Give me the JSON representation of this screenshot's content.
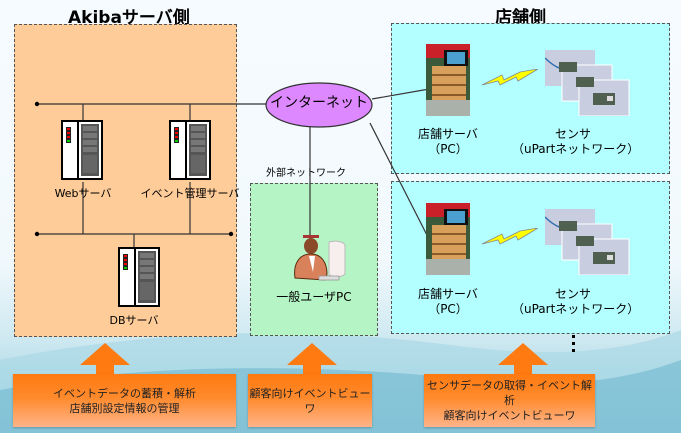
{
  "akiba": {
    "title": "Akibaサーバ側",
    "servers": [
      {
        "label": "Webサーバ"
      },
      {
        "label": "イベント管理サーバ"
      },
      {
        "label": "DBサーバ"
      }
    ],
    "fill_color": "#fecc99"
  },
  "internet": {
    "label": "インターネット",
    "fill_color": "#dd88ff"
  },
  "external": {
    "title": "外部ネットワーク",
    "user_pc_label": "一般ユーザPC",
    "fill_color": "#b5f5c5"
  },
  "store": {
    "title": "店舗側",
    "fill_color": "#b3ffff",
    "units": [
      {
        "server_label": "店舗サーバ",
        "server_sub": "（PC）",
        "sensor_label": "センサ",
        "sensor_sub": "（uPartネットワーク）"
      },
      {
        "server_label": "店舗サーバ",
        "server_sub": "（PC）",
        "sensor_label": "センサ",
        "sensor_sub": "（uPartネットワーク）"
      }
    ],
    "ellipsis": "⋮"
  },
  "features": [
    {
      "line1": "イベントデータの蓄積・解析",
      "line2": "店舗別設定情報の管理"
    },
    {
      "line1": "顧客向けイベントビューワ",
      "line2": ""
    },
    {
      "line1": "センサデータの取得・イベント解析",
      "line2": "顧客向けイベントビューワ"
    }
  ],
  "colors": {
    "feature_orange": "#ff7a10",
    "line": "#222222"
  }
}
